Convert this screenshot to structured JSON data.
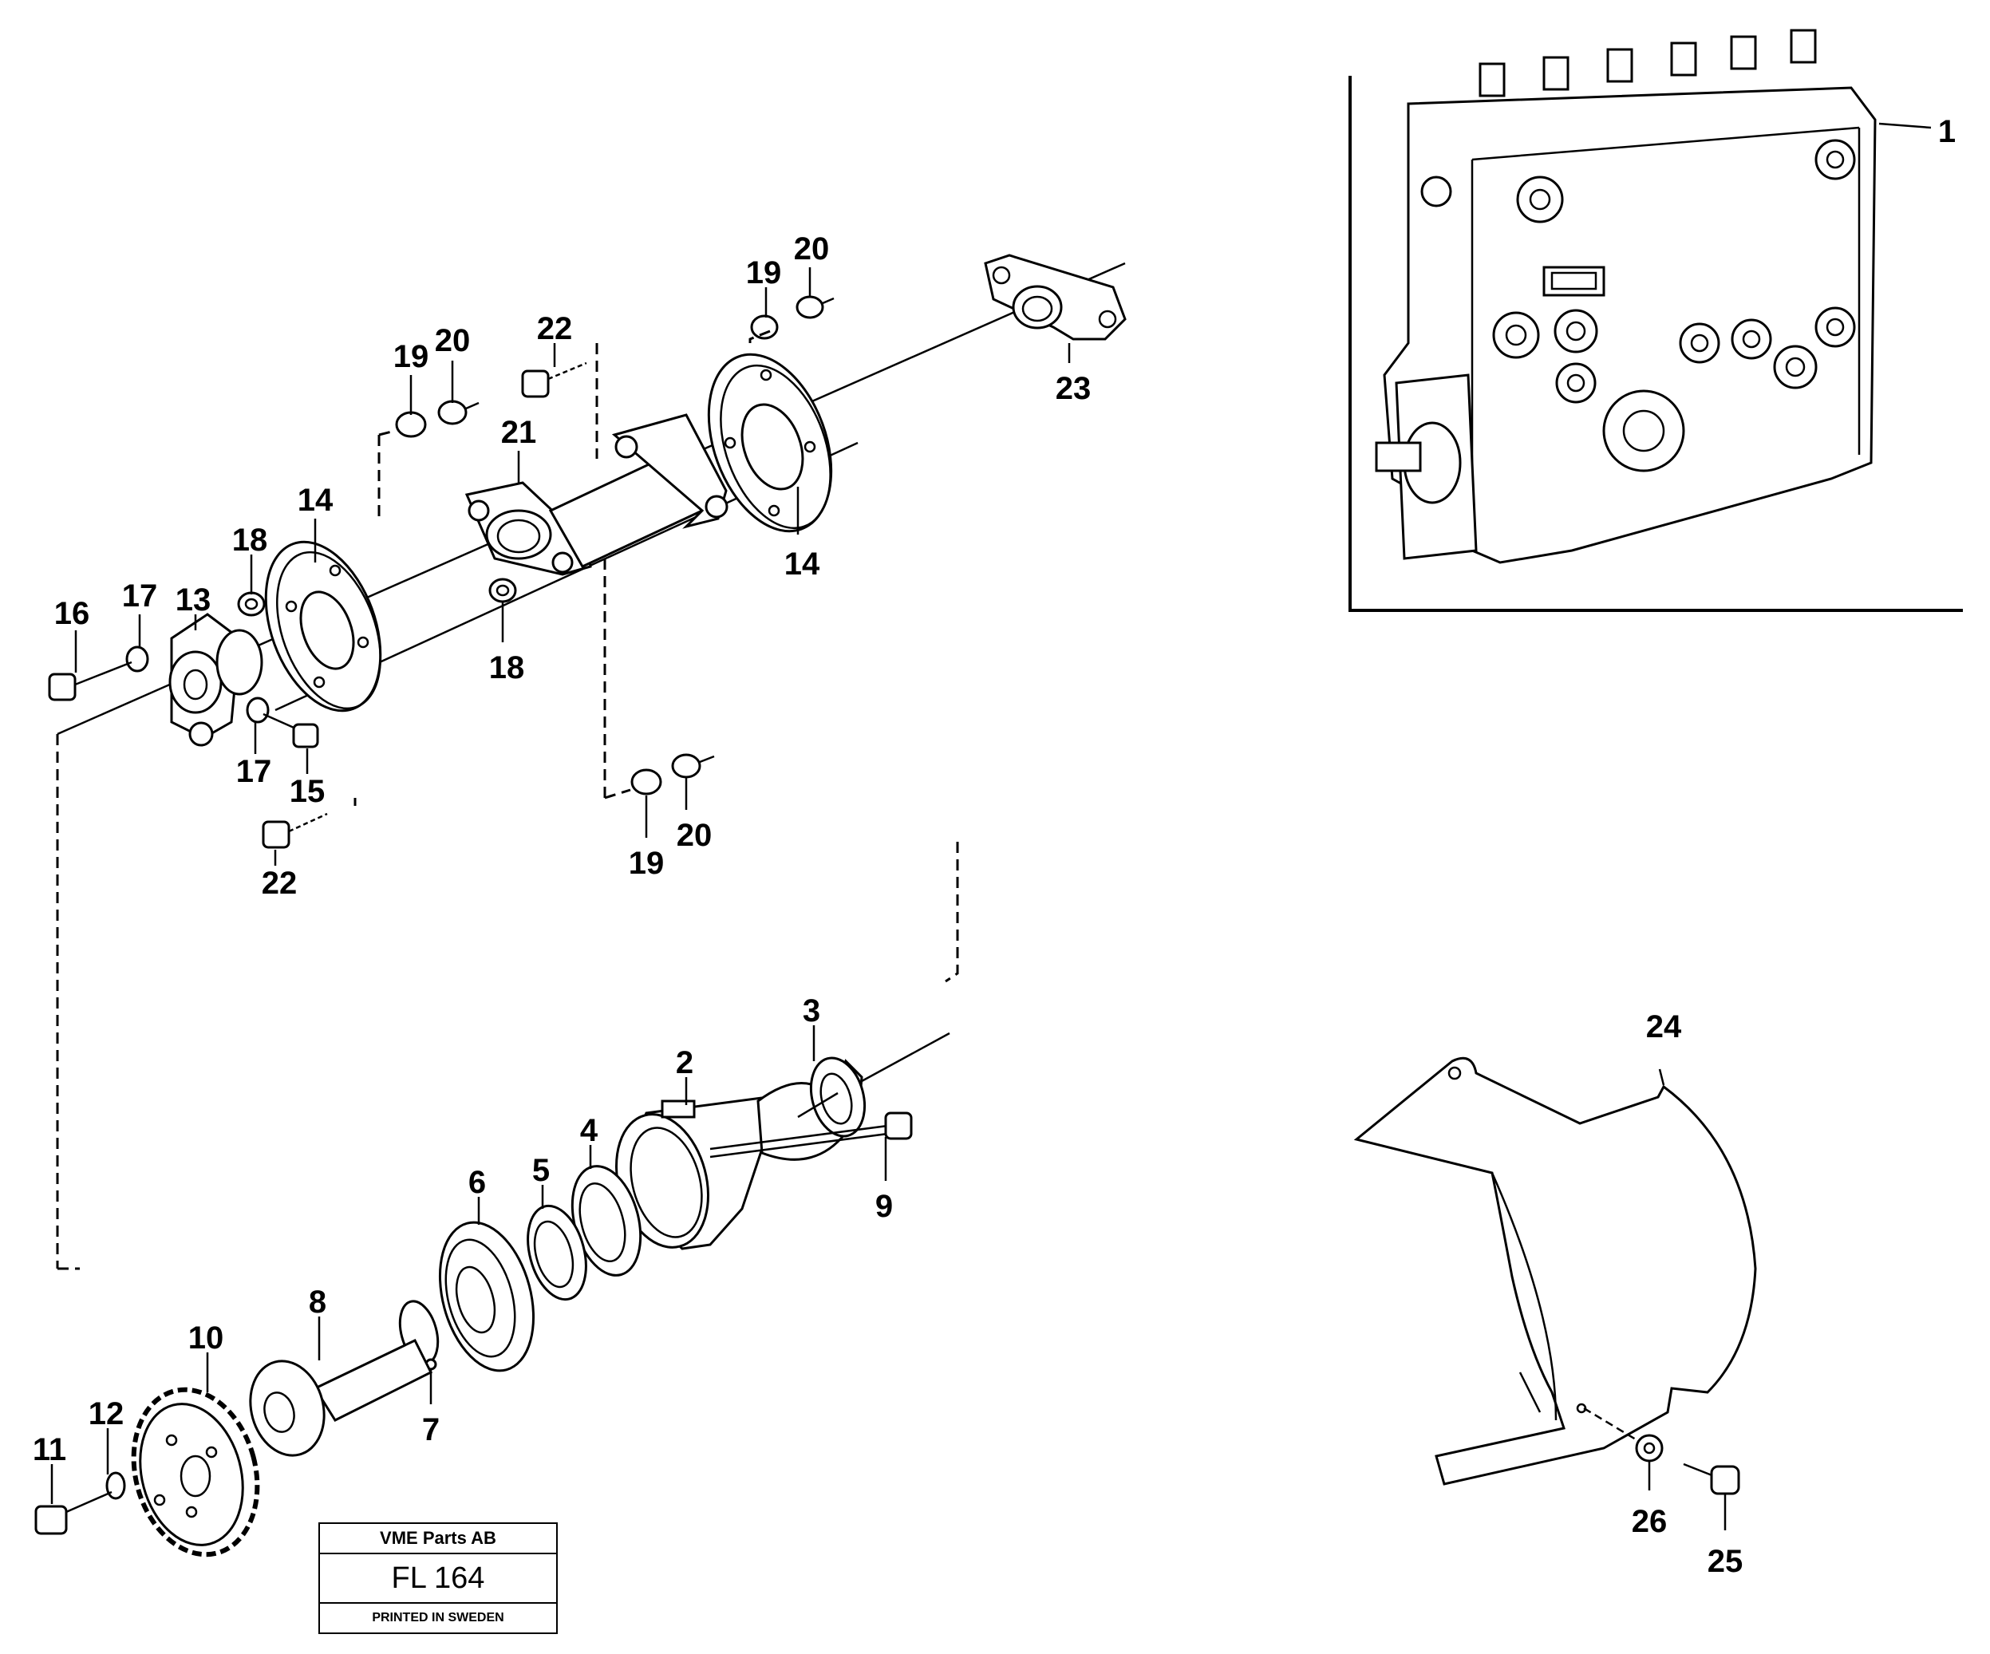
{
  "labels": {
    "p1": "1",
    "p2": "2",
    "p3": "3",
    "p4": "4",
    "p5": "5",
    "p6": "6",
    "p7": "7",
    "p8": "8",
    "p9": "9",
    "p10": "10",
    "p11": "11",
    "p12": "12",
    "p13": "13",
    "p14a": "14",
    "p14b": "14",
    "p15": "15",
    "p16": "16",
    "p17a": "17",
    "p17b": "17",
    "p18a": "18",
    "p18b": "18",
    "p19a": "19",
    "p19b": "19",
    "p19c": "19",
    "p20a": "20",
    "p20b": "20",
    "p20c": "20",
    "p21": "21",
    "p22a": "22",
    "p22b": "22",
    "p23": "23",
    "p24": "24",
    "p25": "25",
    "p26": "26"
  },
  "title_block": {
    "company": "VME Parts AB",
    "code": "FL 164",
    "printed": "PRINTED IN SWEDEN"
  }
}
